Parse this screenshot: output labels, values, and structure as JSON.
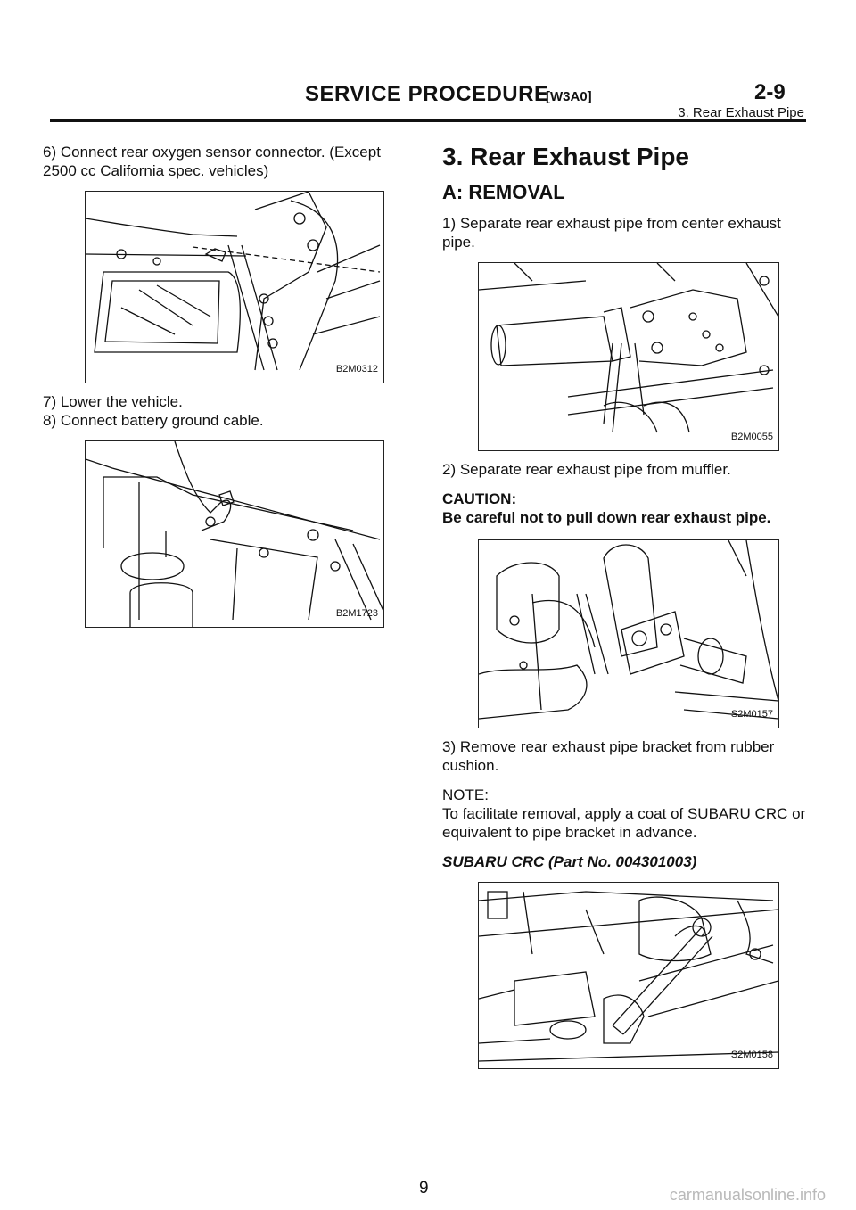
{
  "header": {
    "section": "SERVICE PROCEDURE",
    "code": "[W3A0]",
    "chapter": "2-9",
    "subtitle": "3. Rear Exhaust Pipe"
  },
  "left": {
    "step6": "6) Connect rear oxygen sensor connector. (Except 2500 cc California spec. vehicles)",
    "fig1": "B2M0312",
    "step7": "7) Lower the vehicle.",
    "step8": "8) Connect battery ground cable.",
    "fig2": "B2M1723"
  },
  "right": {
    "title": "3. Rear Exhaust Pipe",
    "subtitle": "A: REMOVAL",
    "step1": "1) Separate rear exhaust pipe from center exhaust pipe.",
    "fig3": "B2M0055",
    "step2": "2) Separate rear exhaust pipe from muffler.",
    "caution_label": "CAUTION:",
    "caution_text": "Be careful not to pull down rear exhaust pipe.",
    "fig4": "S2M0157",
    "step3": "3) Remove rear exhaust pipe bracket from rubber cushion.",
    "note_label": "NOTE:",
    "note_text": "To facilitate removal, apply a coat of SUBARU CRC or equivalent to pipe bracket in advance.",
    "crc": "SUBARU CRC (Part No. 004301003)",
    "fig5": "S2M0158"
  },
  "footer": {
    "page": "9",
    "watermark": "carmanualsonline.info"
  }
}
